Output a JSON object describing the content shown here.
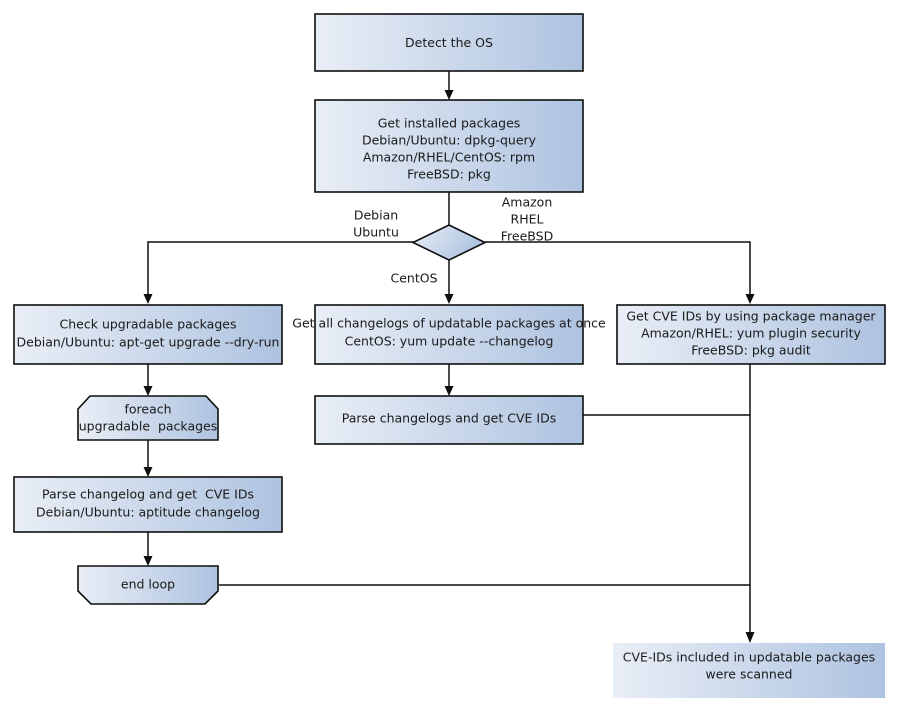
{
  "diagram": {
    "title": "Vulnerability scan flow by OS package manager",
    "type": "flowchart",
    "colors": {
      "fill_start": "#e9eef6",
      "fill_end": "#aec3e0",
      "stroke": "#0f0f0f",
      "text": "#1a1a1a",
      "background": "#ffffff"
    }
  },
  "nodes": [
    {
      "id": "detect-os",
      "shape": "process",
      "lines": [
        "Detect the OS"
      ]
    },
    {
      "id": "get-installed-packages",
      "shape": "process",
      "lines": [
        "Get installed packages",
        "Debian/Ubuntu: dpkg-query",
        "Amazon/RHEL/CentOS: rpm",
        "FreeBSD: pkg"
      ]
    },
    {
      "id": "os-decision",
      "shape": "decision",
      "lines": []
    },
    {
      "id": "check-upgradable",
      "shape": "process",
      "lines": [
        "Check upgradable packages",
        "Debian/Ubuntu: apt-get upgrade --dry-run"
      ]
    },
    {
      "id": "get-all-changelogs",
      "shape": "process",
      "lines": [
        "Get all changelogs of updatable packages at once",
        "CentOS: yum update --changelog"
      ]
    },
    {
      "id": "get-cve-ids-pkgmgr",
      "shape": "process",
      "lines": [
        "Get CVE IDs by using package manager",
        "Amazon/RHEL: yum plugin security",
        "FreeBSD: pkg audit"
      ]
    },
    {
      "id": "foreach-loop-start",
      "shape": "loop-start",
      "lines": [
        "foreach",
        "upgradable  packages"
      ]
    },
    {
      "id": "parse-changelogs-cve",
      "shape": "process",
      "lines": [
        "Parse changelogs and get CVE IDs"
      ]
    },
    {
      "id": "parse-changelog-aptitude",
      "shape": "process",
      "lines": [
        "Parse changelog and get  CVE IDs",
        "Debian/Ubuntu: aptitude changelog"
      ]
    },
    {
      "id": "end-loop",
      "shape": "loop-end",
      "lines": [
        "end loop"
      ]
    },
    {
      "id": "scan-complete",
      "shape": "process-borderless",
      "lines": [
        "CVE-IDs included in updatable packages",
        "were scanned"
      ]
    }
  ],
  "edge_labels": [
    {
      "id": "branch-debian",
      "lines": [
        "Debian",
        "Ubuntu"
      ]
    },
    {
      "id": "branch-amazon",
      "lines": [
        "Amazon",
        "RHEL",
        "FreeBSD"
      ]
    },
    {
      "id": "branch-centos",
      "lines": [
        "CentOS"
      ]
    }
  ]
}
